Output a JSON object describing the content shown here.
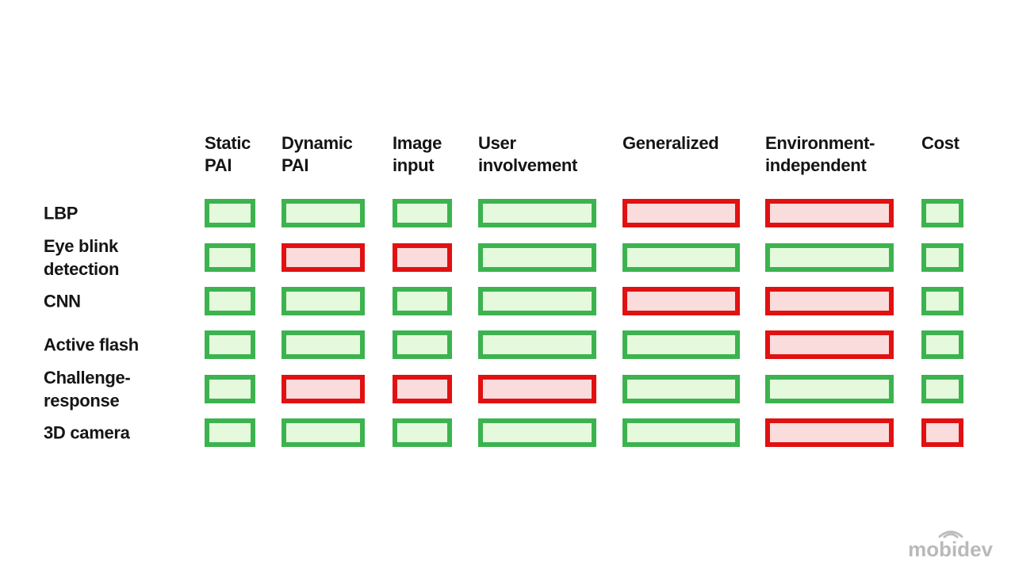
{
  "logo": {
    "text": "mobidev",
    "color": "#b9b9b9",
    "icon": "wifi-arcs-icon"
  },
  "colors": {
    "green_border": "#3cb34f",
    "green_fill": "#e5fadc",
    "red_border": "#e11111",
    "red_fill": "#fbdcdc",
    "text": "#151515",
    "background": "#ffffff"
  },
  "chart_data": {
    "type": "table",
    "legend_position": "none",
    "grid": false,
    "columns": [
      {
        "label": "Static PAI",
        "display": "Static\nPAI"
      },
      {
        "label": "Dynamic PAI",
        "display": "Dynamic\nPAI"
      },
      {
        "label": "Image input",
        "display": "Image\ninput"
      },
      {
        "label": "User involvement",
        "display": "User\ninvolvement"
      },
      {
        "label": "Generalized",
        "display": "Generalized"
      },
      {
        "label": "Environment-independent",
        "display": "Environment-\nindependent"
      },
      {
        "label": "Cost",
        "display": "Cost"
      }
    ],
    "rows": [
      {
        "label": "LBP",
        "display": "LBP",
        "cells": [
          "green",
          "green",
          "green",
          "green",
          "red",
          "red",
          "green"
        ]
      },
      {
        "label": "Eye blink detection",
        "display": "Eye blink\ndetection",
        "cells": [
          "green",
          "red",
          "red",
          "green",
          "green",
          "green",
          "green"
        ]
      },
      {
        "label": "CNN",
        "display": "CNN",
        "cells": [
          "green",
          "green",
          "green",
          "green",
          "red",
          "red",
          "green"
        ]
      },
      {
        "label": "Active flash",
        "display": "Active flash",
        "cells": [
          "green",
          "green",
          "green",
          "green",
          "green",
          "red",
          "green"
        ]
      },
      {
        "label": "Challenge-response",
        "display": "Challenge-\nresponse",
        "cells": [
          "green",
          "red",
          "red",
          "red",
          "green",
          "green",
          "green"
        ]
      },
      {
        "label": "3D camera",
        "display": "3D camera",
        "cells": [
          "green",
          "green",
          "green",
          "green",
          "green",
          "red",
          "red"
        ]
      }
    ]
  }
}
